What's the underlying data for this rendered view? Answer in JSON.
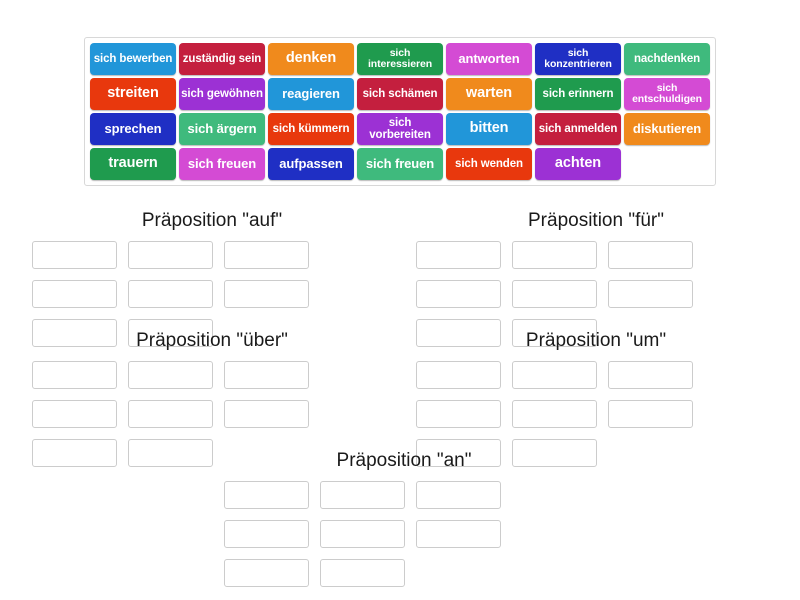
{
  "tile_bank": {
    "name": "word-tile-bank",
    "tiles": [
      {
        "label": "sich bewerben",
        "color": "#2196d9",
        "size": "s3"
      },
      {
        "label": "zuständig sein",
        "color": "#c41f3e",
        "size": "s3"
      },
      {
        "label": "denken",
        "color": "#f08a1c",
        "size": "s1"
      },
      {
        "label": "sich interessieren",
        "color": "#1f9b4e",
        "size": "s4"
      },
      {
        "label": "antworten",
        "color": "#d44bd4",
        "size": "s2"
      },
      {
        "label": "sich konzentrieren",
        "color": "#1f2fc4",
        "size": "s4"
      },
      {
        "label": "nachdenken",
        "color": "#3fba7d",
        "size": "s3"
      },
      {
        "label": "streiten",
        "color": "#e8380d",
        "size": "s1"
      },
      {
        "label": "sich gewöhnen",
        "color": "#9c31d4",
        "size": "s3"
      },
      {
        "label": "reagieren",
        "color": "#2196d9",
        "size": "s2"
      },
      {
        "label": "sich schämen",
        "color": "#c41f3e",
        "size": "s3"
      },
      {
        "label": "warten",
        "color": "#f08a1c",
        "size": "s1"
      },
      {
        "label": "sich erinnern",
        "color": "#1f9b4e",
        "size": "s3"
      },
      {
        "label": "sich entschuldigen",
        "color": "#d44bd4",
        "size": "s4"
      },
      {
        "label": "sprechen",
        "color": "#1f2fc4",
        "size": "s2"
      },
      {
        "label": "sich ärgern",
        "color": "#3fba7d",
        "size": "s2"
      },
      {
        "label": "sich kümmern",
        "color": "#e8380d",
        "size": "s3"
      },
      {
        "label": "sich vorbereiten",
        "color": "#9c31d4",
        "size": "s3"
      },
      {
        "label": "bitten",
        "color": "#2196d9",
        "size": "s1"
      },
      {
        "label": "sich anmelden",
        "color": "#c41f3e",
        "size": "s3"
      },
      {
        "label": "diskutieren",
        "color": "#f08a1c",
        "size": "s2"
      },
      {
        "label": "trauern",
        "color": "#1f9b4e",
        "size": "s1"
      },
      {
        "label": "sich freuen",
        "color": "#d44bd4",
        "size": "s2"
      },
      {
        "label": "aufpassen",
        "color": "#1f2fc4",
        "size": "s2"
      },
      {
        "label": "sich freuen",
        "color": "#3fba7d",
        "size": "s2"
      },
      {
        "label": "sich wenden",
        "color": "#e8380d",
        "size": "s3"
      },
      {
        "label": "achten",
        "color": "#9c31d4",
        "size": "s1"
      }
    ]
  },
  "groups": [
    {
      "id": "auf",
      "title": "Präposition \"auf\"",
      "zones": 8
    },
    {
      "id": "fuer",
      "title": "Präposition \"für\"",
      "zones": 8
    },
    {
      "id": "uber",
      "title": "Präposition \"über\"",
      "zones": 8
    },
    {
      "id": "um",
      "title": "Präposition \"um\"",
      "zones": 8
    },
    {
      "id": "an",
      "title": "Präposition \"an\"",
      "zones": 8
    }
  ]
}
